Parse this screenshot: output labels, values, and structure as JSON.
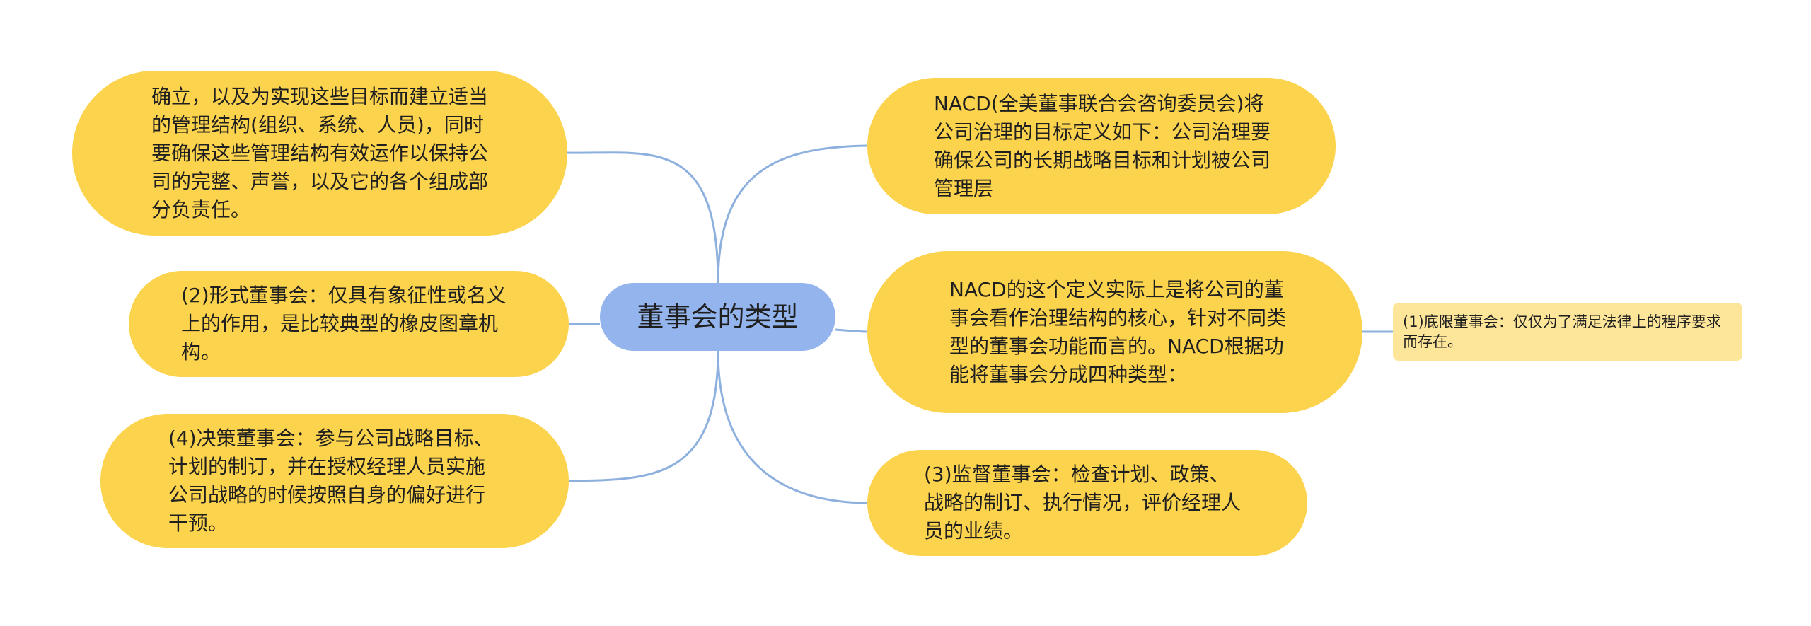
{
  "colors": {
    "connector": "#8DB0DE",
    "center_fill": "#93B4EC",
    "branch_fill": "#FCD34D",
    "leaf_fill": "#FDE69A"
  },
  "center": {
    "label": "董事会的类型"
  },
  "left_branches": [
    {
      "text": "确立，以及为实现这些目标而建立适当的管理结构(组织、系统、人员)，同时要确保这些管理结构有效运作以保持公司的完整、声誉，以及它的各个组成部分负责任。"
    },
    {
      "text": "(2)形式董事会：仅具有象征性或名义上的作用，是比较典型的橡皮图章机构。"
    },
    {
      "text": "(4)决策董事会：参与公司战略目标、计划的制订，并在授权经理人员实施公司战略的时候按照自身的偏好进行干预。"
    }
  ],
  "right_branches": [
    {
      "text": "NACD(全美董事联合会咨询委员会)将公司治理的目标定义如下：公司治理要确保公司的长期战略目标和计划被公司管理层"
    },
    {
      "text": "NACD的这个定义实际上是将公司的董事会看作治理结构的核心，针对不同类型的董事会功能而言的。NACD根据功能将董事会分成四种类型："
    },
    {
      "text": "(3)监督董事会：检查计划、政策、战略的制订、执行情况，评价经理人员的业绩。"
    }
  ],
  "leaf": {
    "text": "(1)底限董事会：仅仅为了满足法律上的程序要求而存在。"
  }
}
